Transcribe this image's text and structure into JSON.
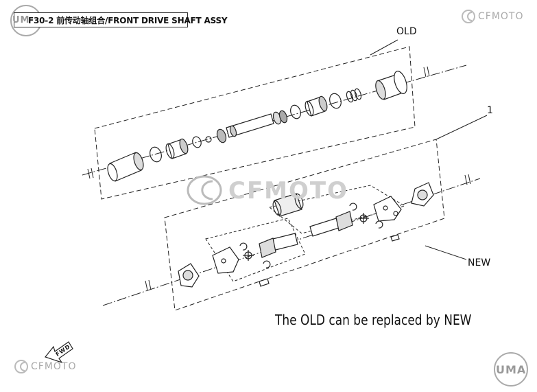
{
  "header": {
    "logo_left_text": "UM",
    "title": "F30-2 前传动轴组合/FRONT DRIVE SHAFT ASSY",
    "brand_top_right": "CFMOTO"
  },
  "watermark": {
    "brand_center": "CFMOTO"
  },
  "callouts": {
    "old": "OLD",
    "part_number": "1",
    "new": "NEW"
  },
  "notice": "The OLD can be replaced by NEW",
  "footer": {
    "fwd_arrow": "FWD",
    "brand_bottom_left": "CFMOTO",
    "logo_bottom_right": "UMA"
  }
}
